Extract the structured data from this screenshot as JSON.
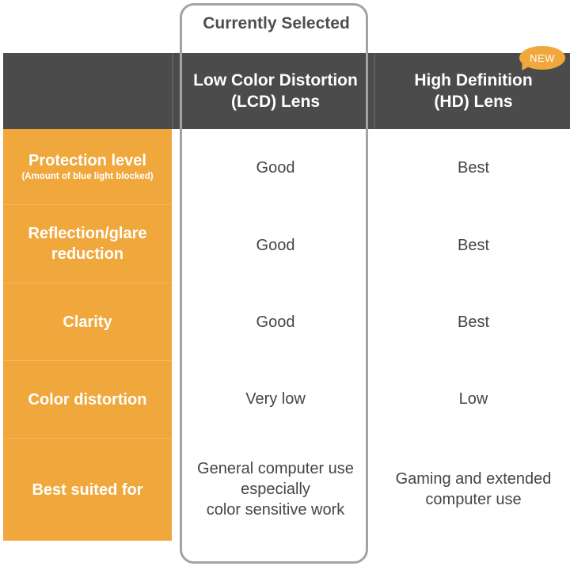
{
  "selected_label": "Currently Selected",
  "badge": {
    "text": "NEW",
    "color": "#f0a73c"
  },
  "colors": {
    "header_bg": "#4b4b4b",
    "label_column_bg": "#f0a73c",
    "frame_border": "#a3a3a3"
  },
  "columns": {
    "lcd": "Low Color Distortion\n(LCD) Lens",
    "hd": "High Definition\n(HD) Lens"
  },
  "rows": [
    {
      "label": "Protection level",
      "sublabel": "(Amount of blue light blocked)",
      "lcd": "Good",
      "hd": "Best"
    },
    {
      "label": "Reflection/glare\nreduction",
      "sublabel": "",
      "lcd": "Good",
      "hd": "Best"
    },
    {
      "label": "Clarity",
      "sublabel": "",
      "lcd": "Good",
      "hd": "Best"
    },
    {
      "label": "Color distortion",
      "sublabel": "",
      "lcd": "Very low",
      "hd": "Low"
    },
    {
      "label": "Best suited for",
      "sublabel": "",
      "lcd": "General computer use\nespecially\ncolor sensitive work",
      "hd": "Gaming and extended\ncomputer use"
    }
  ]
}
